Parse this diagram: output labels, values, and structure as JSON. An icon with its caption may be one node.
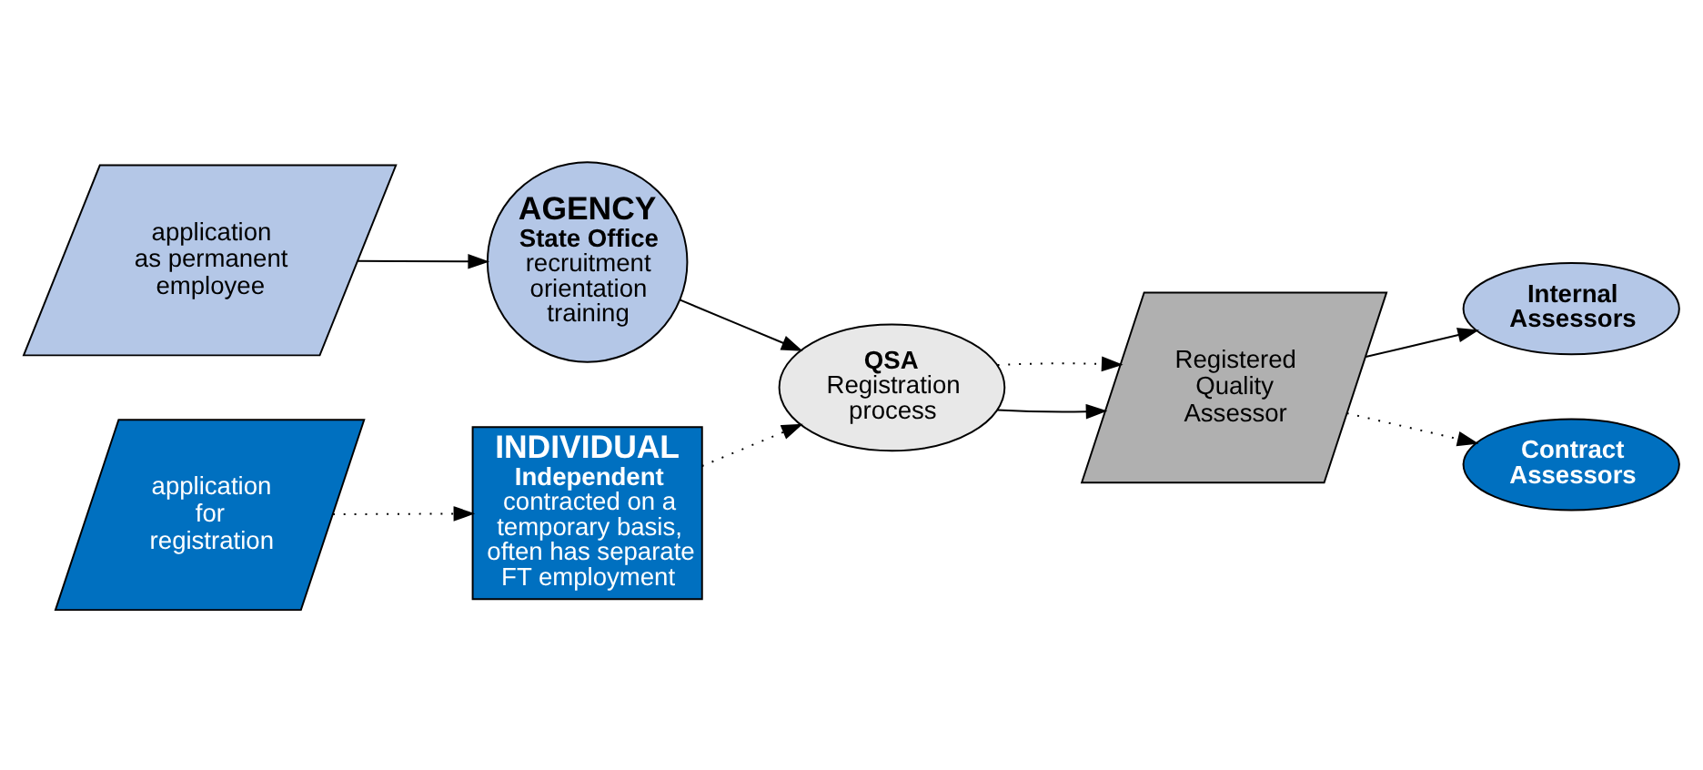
{
  "diagram": {
    "nodes": [
      {
        "text": [
          "application as permanent employee"
        ]
      },
      {
        "text": [
          "AGENCY",
          "State Office",
          "recruitment orientation training"
        ]
      },
      {
        "text": [
          "application for registration"
        ]
      },
      {
        "text": [
          "INDIVIDUAL",
          "Independent",
          "contracted on a temporary basis, often has separate FT employment"
        ]
      },
      {
        "text": [
          "QSA",
          "Registration process"
        ]
      },
      {
        "text": [
          "Registered Quality Assessor"
        ]
      },
      {
        "text": [
          "Internal Assessors"
        ]
      },
      {
        "text": [
          "Contract Assessors"
        ]
      }
    ],
    "edges": [
      {
        "from": 0,
        "to": 1,
        "arrow": "to"
      },
      {
        "from": 1,
        "to": 4,
        "arrow": "to"
      },
      {
        "from": 2,
        "to": 3,
        "arrow": "to",
        "style": "dashed"
      },
      {
        "from": 3,
        "to": 4,
        "arrow": "to",
        "style": "dashed"
      },
      {
        "from": 4,
        "to": 5,
        "arrow": "to"
      },
      {
        "from": 4,
        "to": 5,
        "arrow": "to",
        "style": "dashed"
      },
      {
        "from": 5,
        "to": 6,
        "arrow": "to"
      },
      {
        "from": 5,
        "to": 7,
        "arrow": "to",
        "style": "dashed"
      }
    ]
  }
}
